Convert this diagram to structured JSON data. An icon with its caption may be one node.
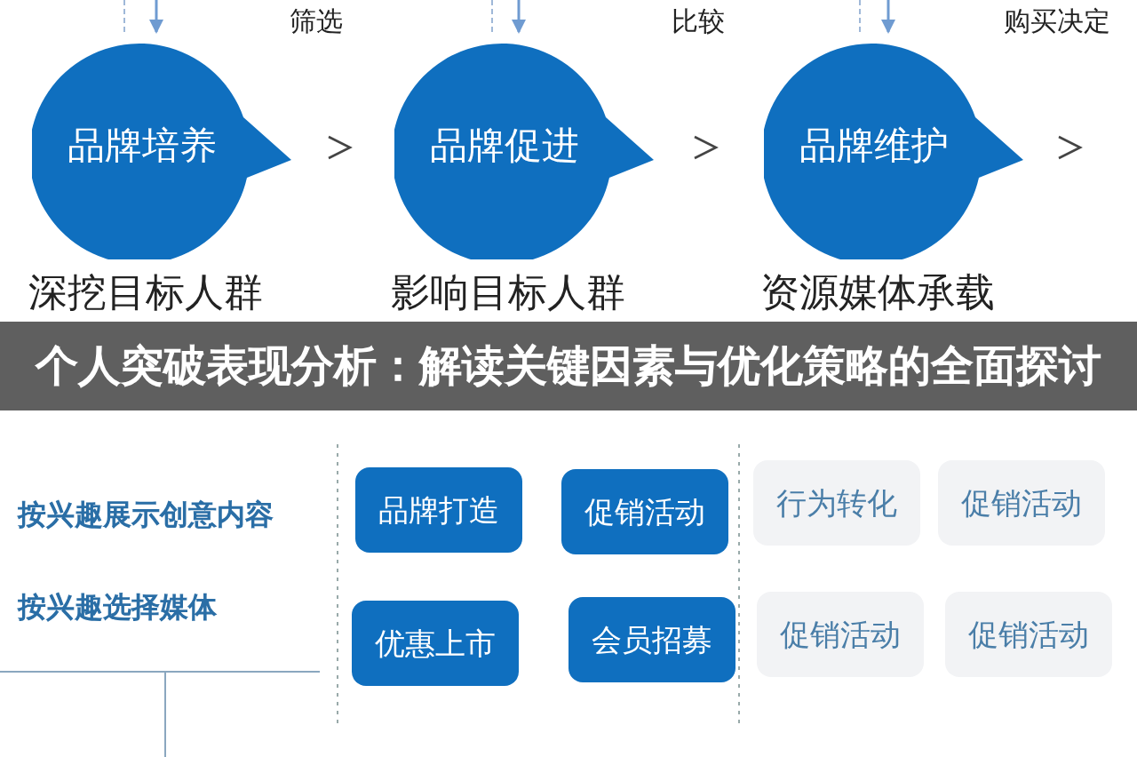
{
  "diagram": {
    "title": "个人突破表现分析：解读关键因素与优化策略的全面探讨",
    "nodes": [
      {
        "text": [
          "品牌培养"
        ],
        "beside": [
          "深挖目标人群"
        ]
      },
      {
        "text": [
          "品牌促进"
        ],
        "beside": [
          "影响目标人群"
        ]
      },
      {
        "text": [
          "品牌维护"
        ],
        "beside": [
          "资源媒体承载"
        ]
      },
      {
        "text": [
          "品牌打造"
        ]
      },
      {
        "text": [
          "促销活动"
        ]
      },
      {
        "text": [
          "行为转化"
        ]
      },
      {
        "text": [
          "促销活动"
        ]
      },
      {
        "text": [
          "优惠上市"
        ]
      },
      {
        "text": [
          "会员招募"
        ]
      },
      {
        "text": [
          "促销活动"
        ]
      },
      {
        "text": [
          "促销活动"
        ]
      }
    ],
    "edges": [
      {
        "from": null,
        "to": 0,
        "arrow": "to"
      },
      {
        "from": null,
        "to": 1,
        "arrow": "to"
      },
      {
        "from": null,
        "to": 2,
        "arrow": "to"
      },
      {
        "from": 0,
        "to": 1,
        "arrow": "to",
        "color": "#444444"
      },
      {
        "from": 1,
        "to": 2,
        "arrow": "to",
        "color": "#444444"
      },
      {
        "from": 2,
        "to": null,
        "arrow": "to",
        "color": "#444444"
      }
    ],
    "labels": [
      "筛选",
      "比较",
      "购买决定",
      "按兴趣展示创意内容",
      "按兴趣选择媒体"
    ]
  }
}
